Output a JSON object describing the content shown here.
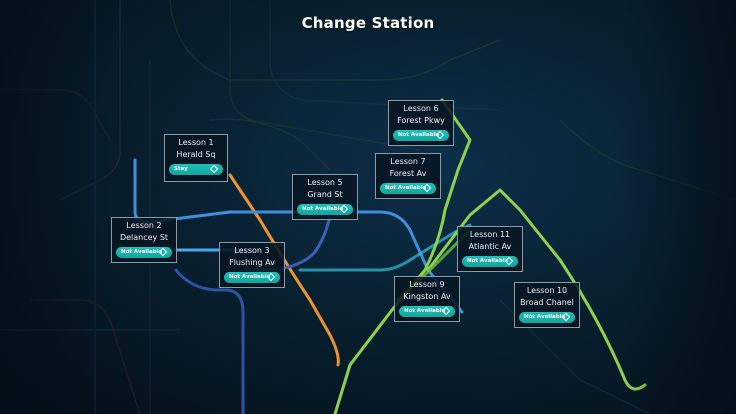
{
  "screen": {
    "title": "Change Station"
  },
  "colors": {
    "button_teal": "#1bb3ab",
    "card_border": "#8d99a3",
    "line_blue": "#3d8fe0",
    "line_green": "#8fd14f",
    "line_orange": "#f0932b",
    "line_navy": "#3c5fb8"
  },
  "icons": {
    "button_icon": "diamond-icon"
  },
  "stations": [
    {
      "lesson": "Lesson 1",
      "name": "Herald Sq",
      "button": "Stay"
    },
    {
      "lesson": "Lesson 2",
      "name": "Delancey St",
      "button": "Not Available"
    },
    {
      "lesson": "Lesson 3",
      "name": "Flushing Av",
      "button": "Not Available"
    },
    {
      "lesson": "Lesson 5",
      "name": "Grand St",
      "button": "Not Available"
    },
    {
      "lesson": "Lesson 6",
      "name": "Forest Pkwy",
      "button": "Not Available"
    },
    {
      "lesson": "Lesson 7",
      "name": "Forest Av",
      "button": "Not Available"
    },
    {
      "lesson": "Lesson 9",
      "name": "Kingston Av",
      "button": "Not Available"
    },
    {
      "lesson": "Lesson 11",
      "name": "Atlantic Av",
      "button": "Not Available"
    },
    {
      "lesson": "Lesson 10",
      "name": "Broad Chanel",
      "button": "Not Available"
    }
  ]
}
